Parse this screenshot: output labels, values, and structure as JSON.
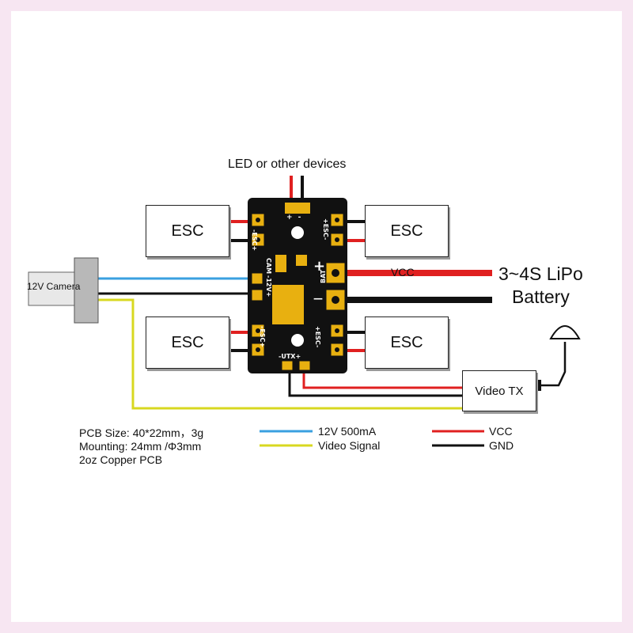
{
  "diagram": {
    "top_label": "LED or other devices",
    "esc_label": "ESC",
    "camera_label": "12V Camera",
    "battery_label_line1": "3~4S LiPo",
    "battery_label_line2": "Battery",
    "vcc_wire_label": "VCC",
    "video_tx_label": "Video TX"
  },
  "pcb": {
    "led_pads": "+  -",
    "esc_left_top": "-ESC+",
    "esc_right_top": "+ESC-",
    "cam": "CAM",
    "v12": "-12V+",
    "bat": "BAT",
    "bat_plus": "+",
    "bat_minus": "—",
    "esc_left_bottom": "-ESC+",
    "esc_right_bottom": "+ESC-",
    "utx": "-UTX+"
  },
  "specs": {
    "line1": "PCB Size: 40*22mm，3g",
    "line2": "Mounting: 24mm /Φ3mm",
    "line3": "2oz Copper PCB"
  },
  "legend": {
    "blue": "12V 500mA",
    "yellow": "Video Signal",
    "red": "VCC",
    "black": "GND"
  },
  "colors": {
    "vcc": "#e02020",
    "gnd": "#111111",
    "v12": "#3aa0e0",
    "video": "#d8d820",
    "pcb": "#111111",
    "pad": "#e8b010",
    "frame": "#f7e6f2"
  }
}
